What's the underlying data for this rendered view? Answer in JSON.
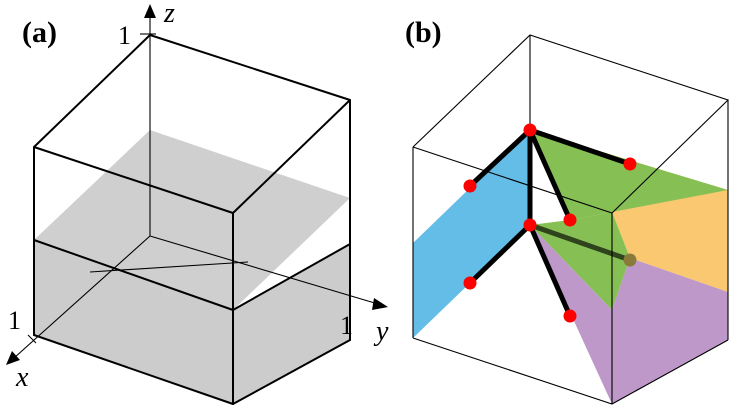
{
  "panels": [
    {
      "label": "(a)",
      "axes": {
        "x_label": "x",
        "y_label": "y",
        "z_label": "z",
        "x_tick": "1",
        "y_tick": "1",
        "z_tick": "1"
      },
      "fill_color": "#cccccc"
    },
    {
      "label": "(b)",
      "region_colors": {
        "blue": "#64bde6",
        "green": "#86c055",
        "orange": "#f9c870",
        "purple": "#bd98c9"
      },
      "point_color": "#ff0000",
      "hidden_point_color": "#8a7a3a"
    }
  ]
}
